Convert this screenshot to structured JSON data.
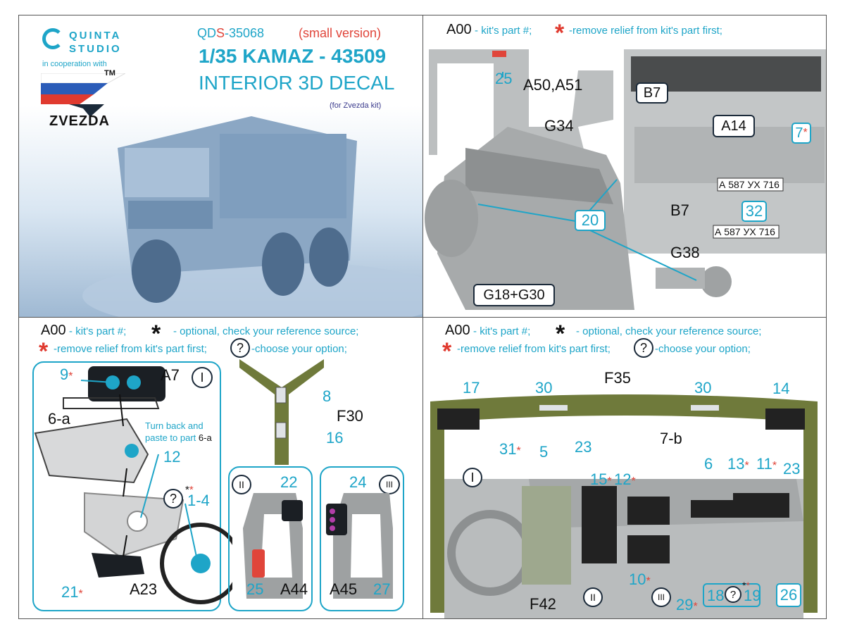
{
  "logo": {
    "quinta": "QUINTA",
    "studio": "STUDIO",
    "cooperation": "in cooperation with",
    "zvezda": "ZVEZDA",
    "tm": "TM"
  },
  "header": {
    "code_prefix": "QD",
    "code_s": "S",
    "code_num": "-35068",
    "small": "(small version)",
    "scale_title": "1/35  KAMAZ - 43509",
    "subtitle": "INTERIOR 3D DECAL",
    "for_kit": "(for Zvezda kit)"
  },
  "legend": {
    "part_code": "A00",
    "part_text": "- kit's part #;",
    "star_optional": "- optional, check your reference source;",
    "remove_relief": "-remove relief from kit's part first;",
    "choose_opt_q": "?",
    "choose_option": "-choose your option;",
    "remove_relief_short": "-remove relief from kit's part first;"
  },
  "panel_tr": {
    "parts": [
      "25",
      "A50,A51",
      "B7",
      "A14",
      "7",
      "G34",
      "20",
      "B7",
      "32",
      "G38",
      "G18+G30"
    ],
    "plate": "А 587 УХ 716"
  },
  "panel_bl": {
    "labels": [
      "9",
      "A7",
      "6-a",
      "12",
      "1-4",
      "21",
      "A23",
      "8",
      "F30",
      "16",
      "22",
      "25",
      "A44",
      "24",
      "A45",
      "27"
    ],
    "turn_back": "Turn back and",
    "paste_to": "paste to part",
    "paste_part": "6-a",
    "roman1": "I",
    "roman2": "II",
    "roman3": "III",
    "q": "?"
  },
  "panel_br": {
    "labels": [
      "F35",
      "17",
      "30",
      "30",
      "14",
      "7-b",
      "31",
      "5",
      "23",
      "15",
      "12",
      "6",
      "13",
      "11",
      "23",
      "10",
      "29",
      "18",
      "19",
      "26",
      "F42"
    ],
    "roman1": "I",
    "roman2": "II",
    "roman3": "III",
    "q": "?"
  },
  "colors": {
    "accent": "#1ea5c8",
    "red": "#e0453a",
    "olive": "#6f7a3b",
    "grey_model": "#b9bcbd"
  }
}
